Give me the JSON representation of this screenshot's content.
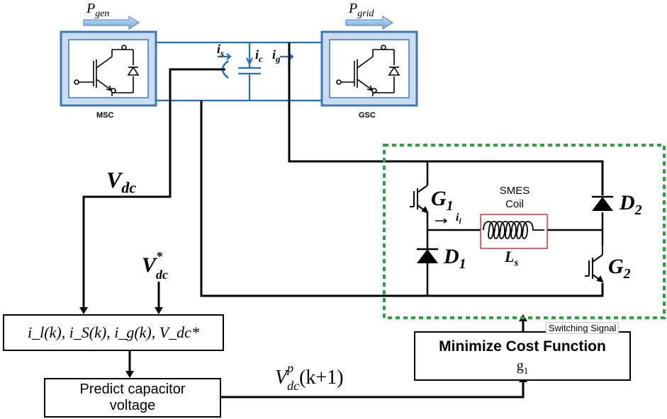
{
  "power_flow": {
    "p_gen": {
      "symbol": "P",
      "sub": "gen"
    },
    "p_grid": {
      "symbol": "P",
      "sub": "grid"
    }
  },
  "converters": {
    "msc_label": "MSC",
    "gsc_label": "GSC"
  },
  "currents": {
    "is": {
      "symbol": "i",
      "sub": "s"
    },
    "ic": {
      "symbol": "i",
      "sub": "c"
    },
    "ig": {
      "symbol": "i",
      "sub": "g"
    },
    "il": {
      "symbol": "i",
      "sub": "l"
    }
  },
  "vdc": {
    "symbol": "V",
    "sub": "dc"
  },
  "vdc_ref": {
    "symbol": "V",
    "sub": "dc",
    "sup": "*"
  },
  "smes": {
    "title_line1": "SMES",
    "title_line2": "Coil",
    "inductor": {
      "symbol": "L",
      "sub": "s"
    },
    "g1": {
      "symbol": "G",
      "sub": "1"
    },
    "g2": {
      "symbol": "G",
      "sub": "2"
    },
    "d1": {
      "symbol": "D",
      "sub": "1"
    },
    "d2": {
      "symbol": "D",
      "sub": "2"
    }
  },
  "blocks": {
    "measurements": "i_l(k), i_S(k), i_g(k), V_dc*",
    "predict_line1": "Predict capacitor",
    "predict_line2": "voltage",
    "minimize_title": "Minimize Cost Function",
    "minimize_g": "g",
    "minimize_g_sub": "1"
  },
  "prediction": {
    "symbol": "V",
    "sub": "dc",
    "sup": "p",
    "suffix": "(k+1)"
  },
  "switching_signal": "Switching Signal",
  "colors": {
    "bus_blue": "#1f6fc6",
    "converter_fill": "#c9dcf0",
    "converter_border": "#3f78b8",
    "smes_box_border": "#2aa33a",
    "inductor_box": "#e03030",
    "arrow_fill": "#8fb9e6"
  }
}
